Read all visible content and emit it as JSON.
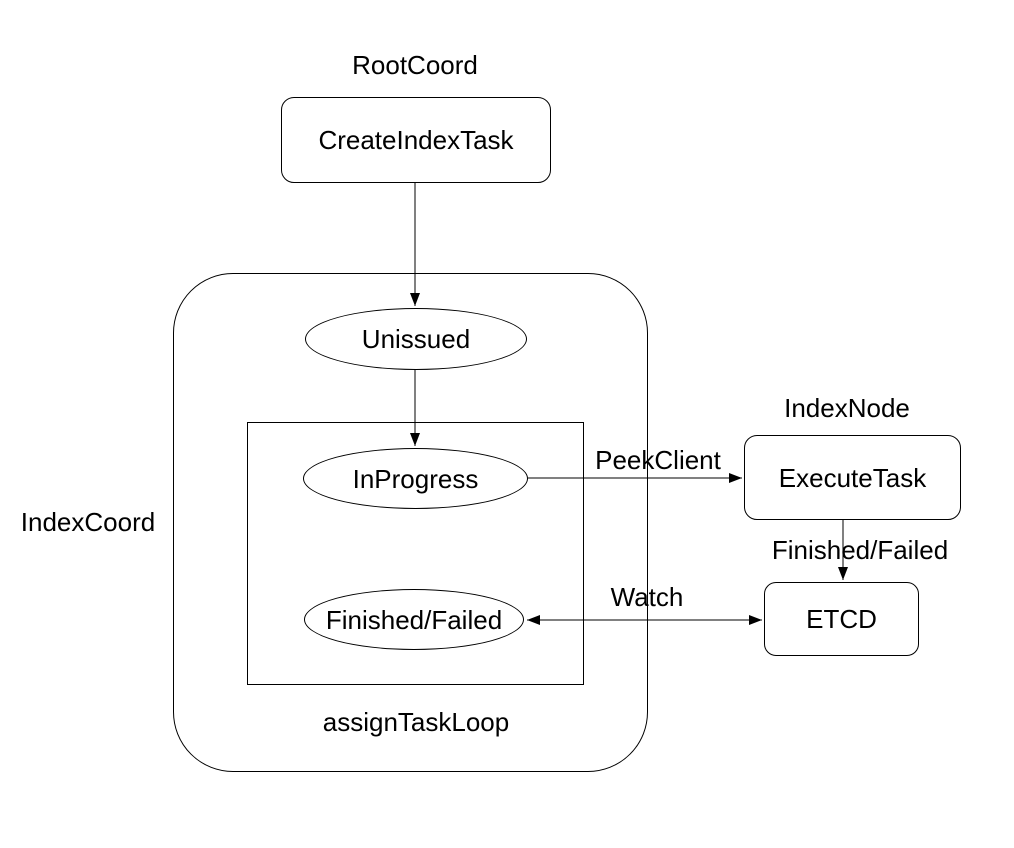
{
  "diagram": {
    "group_labels": {
      "root_coord": "RootCoord",
      "index_coord": "IndexCoord",
      "index_node": "IndexNode",
      "assign_task_loop": "assignTaskLoop"
    },
    "nodes": {
      "create_index_task": "CreateIndexTask",
      "unissued": "Unissued",
      "in_progress": "InProgress",
      "finished_failed": "Finished/Failed",
      "execute_task": "ExecuteTask",
      "etcd": "ETCD"
    },
    "edge_labels": {
      "peek_client": "PeekClient",
      "finished_failed": "Finished/Failed",
      "watch": "Watch"
    },
    "colors": {
      "stroke": "#000000",
      "fill": "#ffffff",
      "text": "#000000",
      "background": "#ffffff"
    }
  }
}
